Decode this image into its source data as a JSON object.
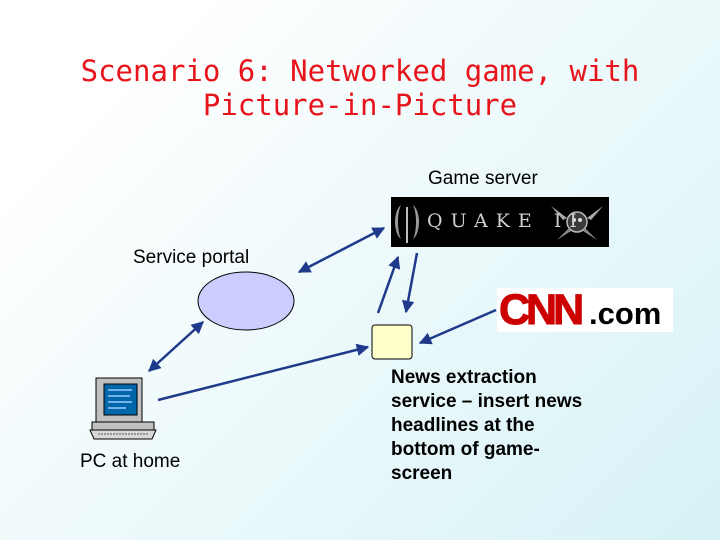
{
  "title": {
    "line1": "Scenario 6: Networked game, with",
    "line2": "Picture-in-Picture"
  },
  "nodes": {
    "game_server": {
      "label": "Game server",
      "logo_text": "QUAKE II"
    },
    "service_portal": {
      "label": "Service portal",
      "color": "#ccccff"
    },
    "pc": {
      "label": "PC at home"
    },
    "news_service": {
      "color": "#ffffcc",
      "lines": [
        "News extraction",
        "service – insert news",
        "headlines at the",
        "bottom of game-",
        "screen"
      ]
    },
    "news_source": {
      "logo_main": "CNN",
      "logo_suffix": ".com"
    }
  },
  "colors": {
    "title": "#e8141b",
    "arrow": "#1f3a8a"
  }
}
